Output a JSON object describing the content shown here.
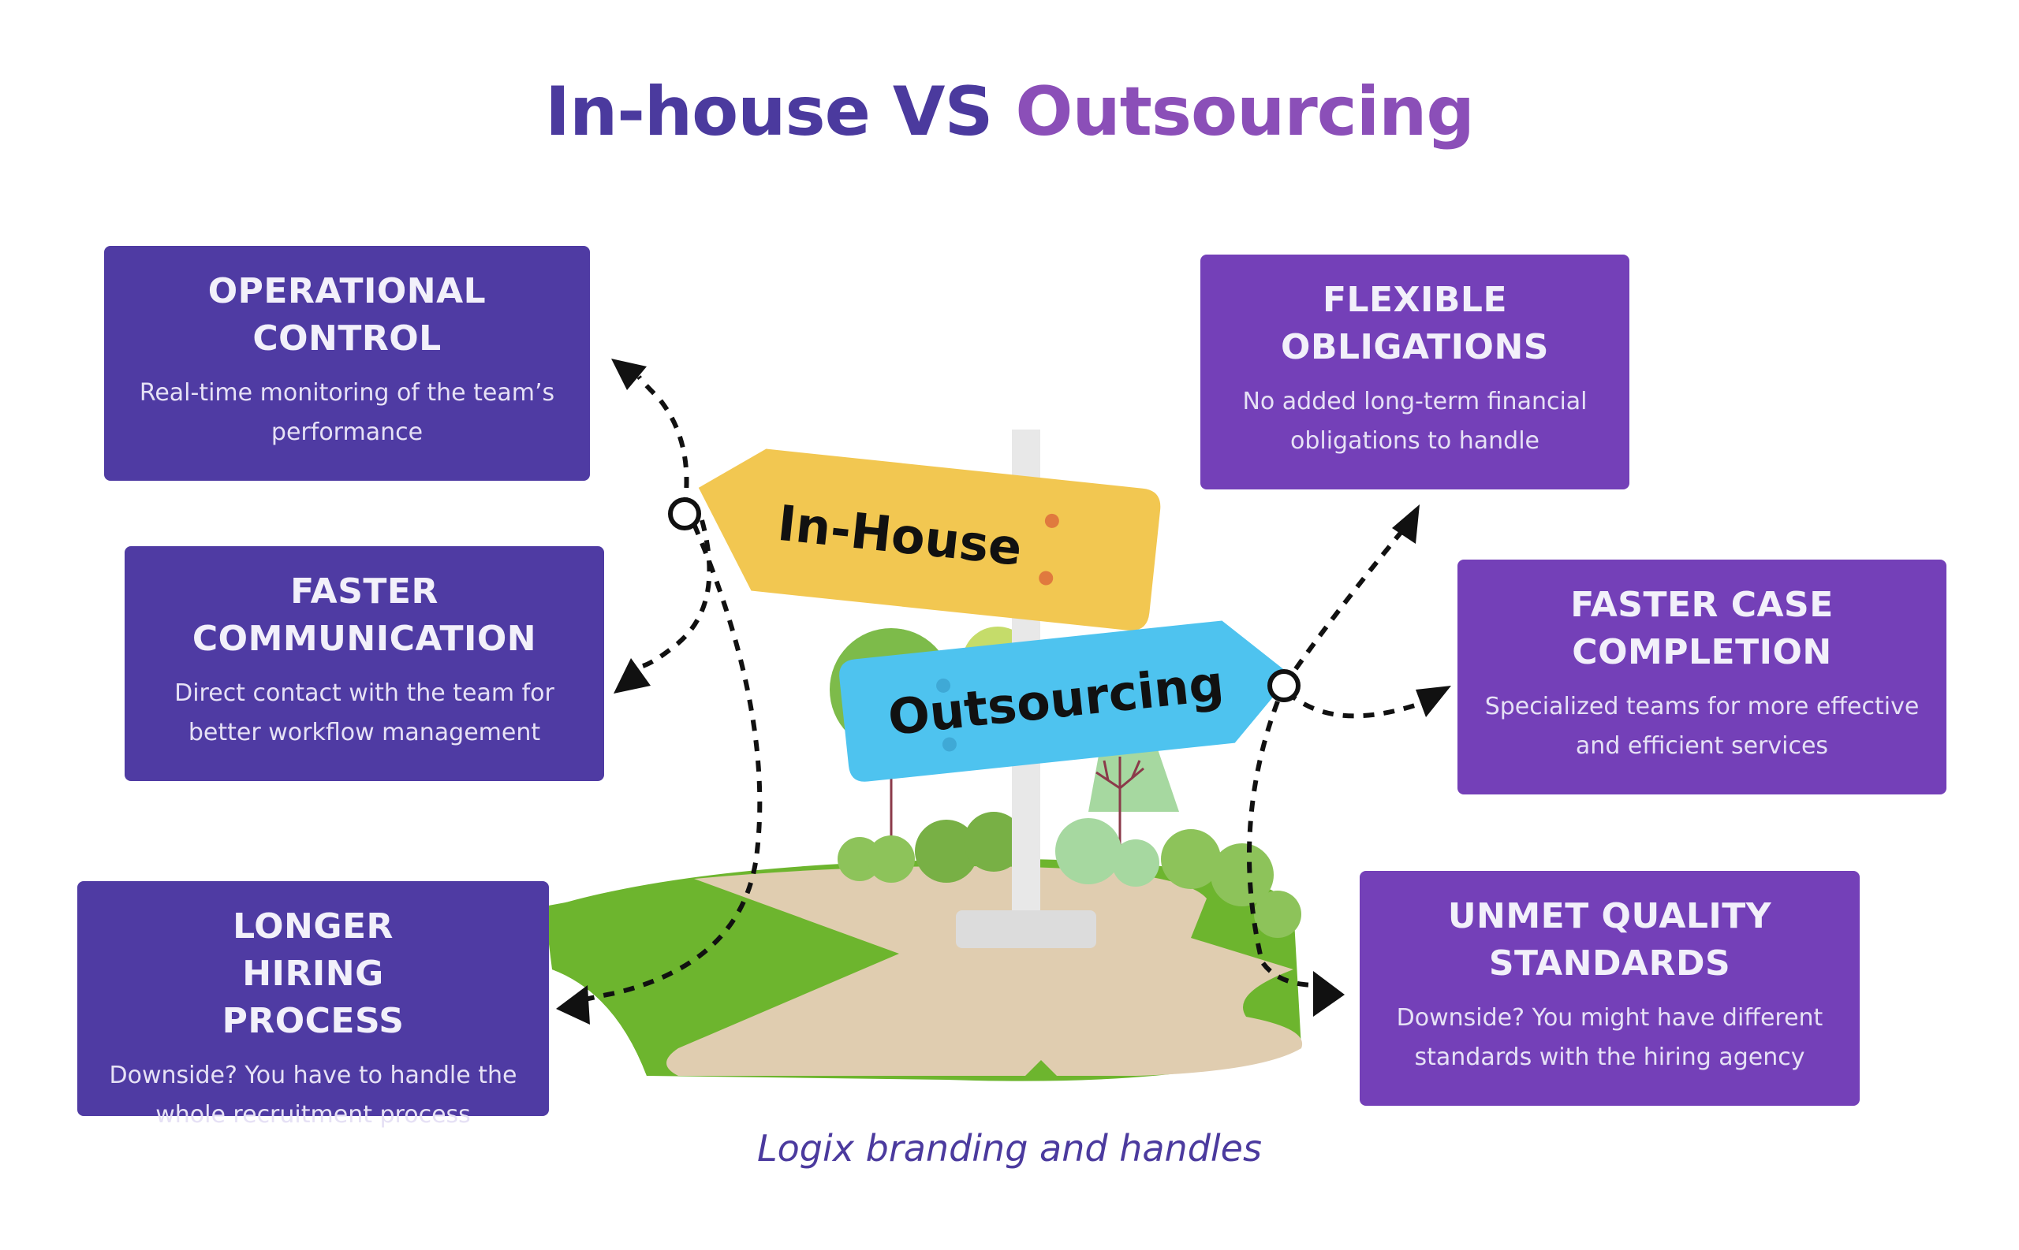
{
  "title": {
    "part1": "In-house VS",
    "part2": "Outsourcing"
  },
  "cards": {
    "operational_control": {
      "heading": "OPERATIONAL CONTROL",
      "desc": "Real-time monitoring of the team’s performance"
    },
    "faster_communication": {
      "heading": "FASTER COMMUNICATION",
      "desc": "Direct contact with the team for better workflow management"
    },
    "longer_hiring": {
      "heading": "LONGER HIRING PROCESS",
      "desc": "Downside? You have to handle the whole recruitment process"
    },
    "flexible_obligations": {
      "heading": "FLEXIBLE OBLIGATIONS",
      "desc": "No added long-term financial obligations to handle"
    },
    "faster_case": {
      "heading": "FASTER CASE COMPLETION",
      "desc": "Specialized teams for more effective and efficient services"
    },
    "unmet_quality": {
      "heading": "UNMET QUALITY STANDARDS",
      "desc": "Downside? You might have different standards with the hiring agency"
    }
  },
  "signs": {
    "inhouse": "In-House",
    "outsourcing": "Outsourcing"
  },
  "caption": "Logix branding and handles",
  "colors": {
    "left_box": "#4F3BA3",
    "right_box": "#7440B8",
    "inhouse_sign": "#F2C751",
    "outsourcing_sign": "#4EC3EF",
    "grass": "#6DB52E",
    "path": "#E0CDB0"
  }
}
